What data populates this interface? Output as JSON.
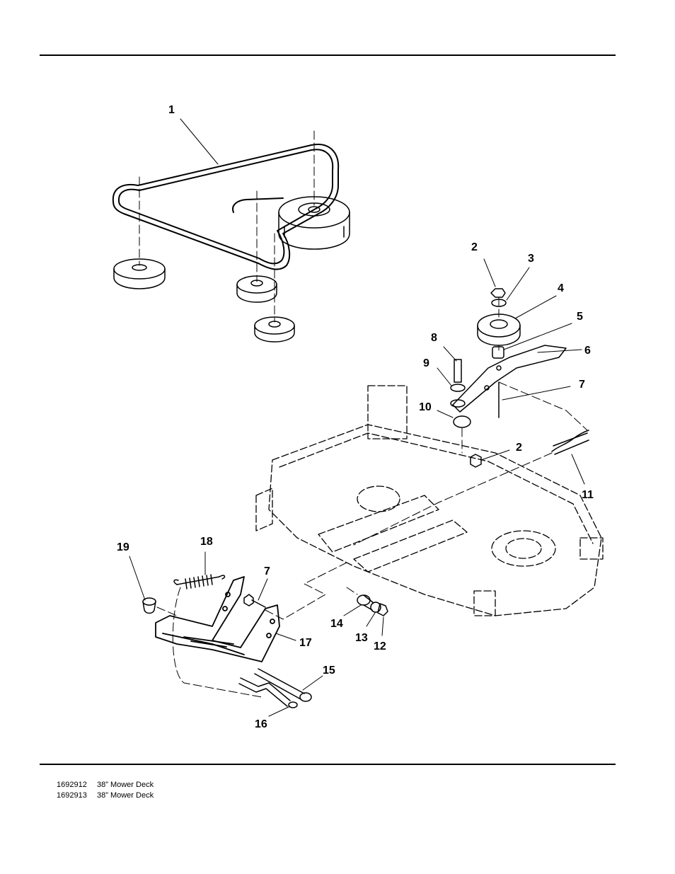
{
  "callouts": [
    "1",
    "2",
    "3",
    "4",
    "5",
    "6",
    "7",
    "8",
    "9",
    "10",
    "2",
    "11",
    "19",
    "18",
    "7",
    "17",
    "14",
    "13",
    "12",
    "15",
    "16"
  ],
  "footer": {
    "rows": [
      {
        "part": "1692912",
        "desc": "38” Mower Deck"
      },
      {
        "part": "1692913",
        "desc": "38” Mower Deck"
      }
    ]
  }
}
